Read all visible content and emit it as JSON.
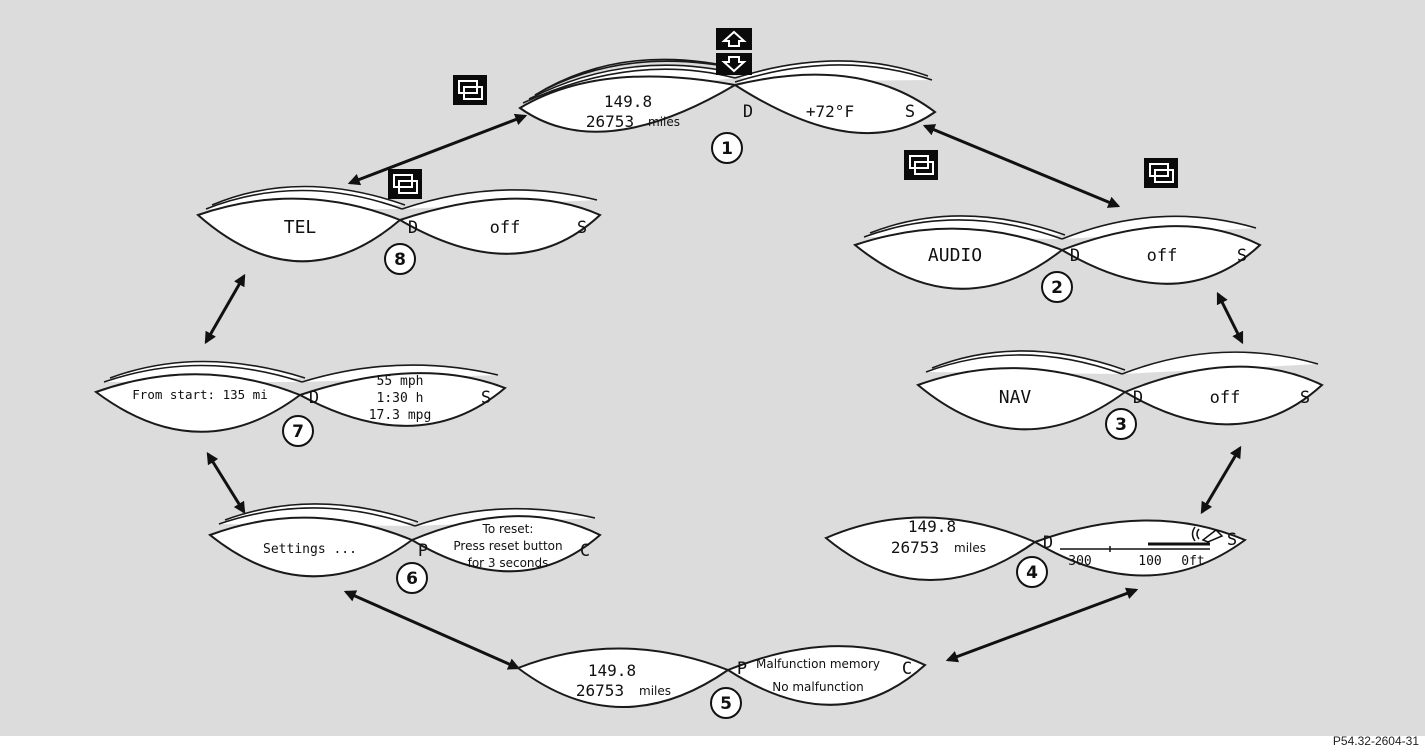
{
  "reference": "P54.32-2604-31",
  "screens": {
    "s1": {
      "number": "1",
      "left_line1": "149.8",
      "left_line2": "26753",
      "left_unit": "miles",
      "right_label": "+72°F",
      "letter_left": "D",
      "letter_right": "S"
    },
    "s2": {
      "number": "2",
      "left_line1": "AUDIO",
      "right_label": "off",
      "letter_left": "D",
      "letter_right": "S"
    },
    "s3": {
      "number": "3",
      "left_line1": "NAV",
      "right_label": "off",
      "letter_left": "D",
      "letter_right": "S"
    },
    "s4": {
      "number": "4",
      "left_line1": "149.8",
      "left_line2": "26753",
      "left_unit": "miles",
      "scale_labels": [
        "300",
        "100",
        "0ft"
      ],
      "letter_left": "D",
      "letter_right": "S"
    },
    "s5": {
      "number": "5",
      "left_line1": "149.8",
      "left_line2": "26753",
      "left_unit": "miles",
      "right_line1": "Malfunction memory",
      "right_line2": "No malfunction",
      "letter_left": "P",
      "letter_right": "C"
    },
    "s6": {
      "number": "6",
      "left_line1": "Settings ...",
      "right_line1": "To reset:",
      "right_line2": "Press reset button",
      "right_line3": "for 3 seconds",
      "letter_left": "P",
      "letter_right": "C"
    },
    "s7": {
      "number": "7",
      "left_line1": "From start: 135 mi",
      "right_line1": "55 mph",
      "right_line2": "1:30 h",
      "right_line3": "17.3 mpg",
      "letter_left": "D",
      "letter_right": "S"
    },
    "s8": {
      "number": "8",
      "left_line1": "TEL",
      "right_label": "off",
      "letter_left": "D",
      "letter_right": "S"
    }
  },
  "icons": [
    "arrow-up-icon",
    "arrow-down-icon",
    "menu-window-icon",
    "menu-window-icon",
    "menu-window-icon",
    "menu-window-icon"
  ]
}
